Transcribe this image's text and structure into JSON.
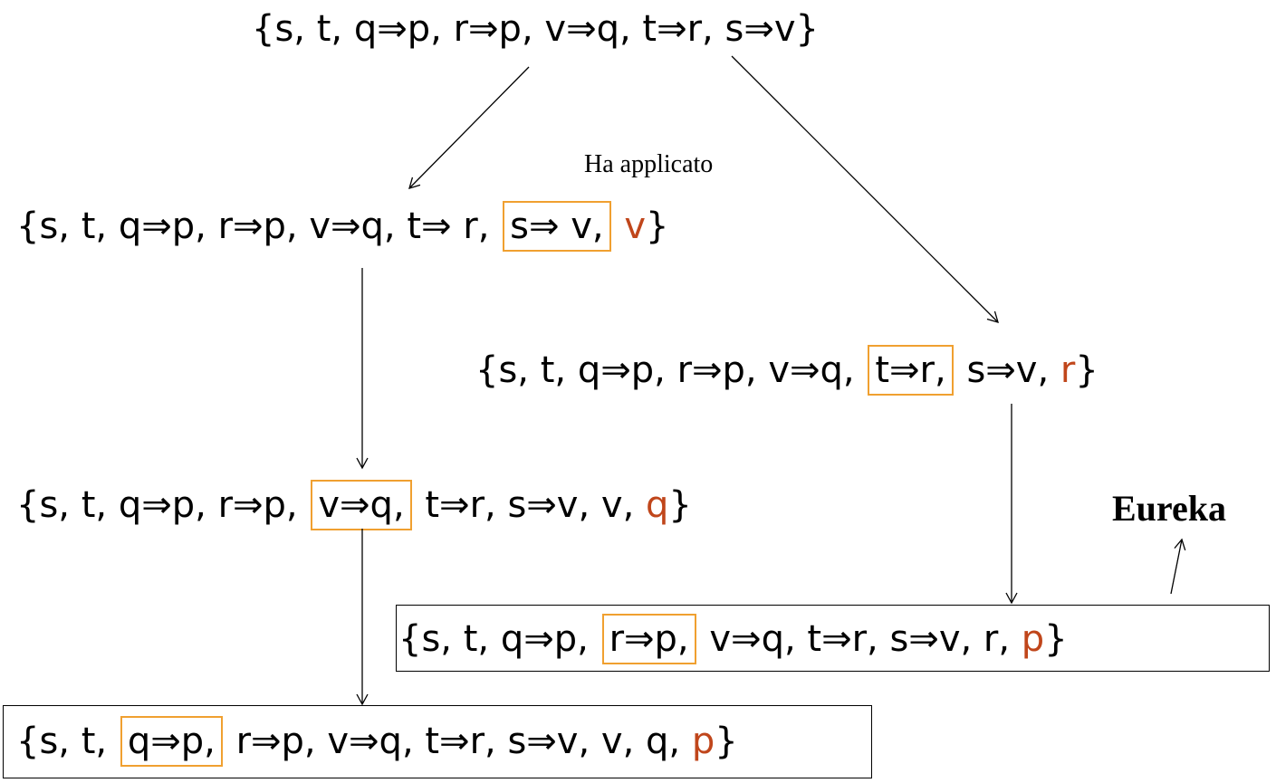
{
  "root": {
    "tokens": [
      "s,",
      "t,",
      "q⇒p,",
      "r⇒p,",
      "v⇒q,",
      "t⇒r,",
      "s⇒v"
    ]
  },
  "left_1": {
    "before": "s, t, q⇒p, r⇒p, v⇒q, t⇒ r,",
    "highlight": "s⇒ v,",
    "added": "v"
  },
  "right_1": {
    "before": "s, t, q⇒p, r⇒p, v⇒q,",
    "highlight": "t⇒r,",
    "after": "s⇒v,",
    "added": "r"
  },
  "left_2": {
    "before": "s, t, q⇒p, r⇒p,",
    "highlight": "v⇒q,",
    "after": "t⇒r, s⇒v, v,",
    "added": "q"
  },
  "right_2": {
    "before": "s, t, q⇒p,",
    "highlight": "r⇒p,",
    "after": "v⇒q, t⇒r, s⇒v, r,",
    "added": "p"
  },
  "left_3": {
    "before": "s, t,",
    "highlight": "q⇒p,",
    "after": "r⇒p, v⇒q, t⇒r, s⇒v, v, q,",
    "added": "p"
  },
  "labels": {
    "applied_note": "Ha applicato",
    "eureka": "Eureka"
  },
  "colors": {
    "text": "#000000",
    "derived_fact": "#C0461B",
    "highlight_box": "#F0A030",
    "frame": "#000000"
  }
}
